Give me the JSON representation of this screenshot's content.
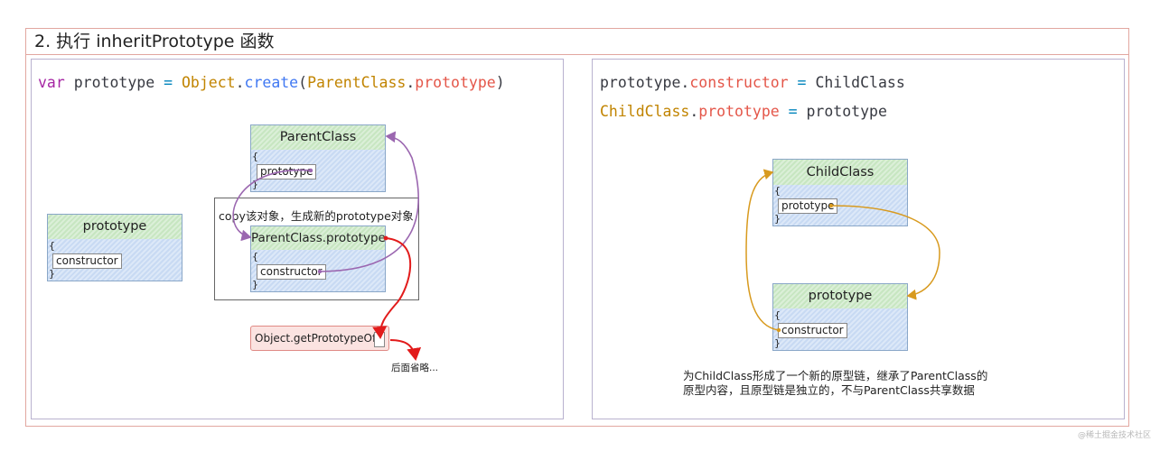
{
  "title": "2. 执行 inheritPrototype 函数",
  "left_panel": {
    "code": {
      "kw": "var",
      "v1": " prototype ",
      "eq": "=",
      "obj": " Object",
      "dot": ".",
      "fn": "create",
      "p1": "(",
      "arg_obj": "ParentClass",
      "dot2": ".",
      "arg_prop": "prototype",
      "p2": ")"
    },
    "parent_class_box": {
      "title": "ParentClass",
      "brace_open": "{",
      "field": "prototype",
      "brace_close": "}"
    },
    "prototype_box": {
      "title": "prototype",
      "brace_open": "{",
      "field": "constructor",
      "brace_close": "}"
    },
    "copy_note": "copy该对象，生成新的prototype对象",
    "parent_proto_box": {
      "title": "ParentClass.prototype",
      "brace_open": "{",
      "field": "constructor",
      "brace_close": "}"
    },
    "get_proto_label": "Object.getPrototypeOf(",
    "omitted_label": "后面省略..."
  },
  "right_panel": {
    "line1": {
      "obj": "prototype",
      "dot": ".",
      "prop": "constructor",
      "eq": " = ",
      "val": "ChildClass"
    },
    "line2": {
      "obj": "ChildClass",
      "dot": ".",
      "prop": "prototype",
      "eq": " = ",
      "val": "prototype"
    },
    "child_class_box": {
      "title": "ChildClass",
      "brace_open": "{",
      "field": "prototype",
      "brace_close": "}"
    },
    "prototype_box": {
      "title": "prototype",
      "brace_open": "{",
      "field": "constructor",
      "brace_close": "}"
    },
    "note_line1": "为ChildClass形成了一个新的原型链，继承了ParentClass的",
    "note_line2": "原型内容，且原型链是独立的，不与ParentClass共享数据"
  },
  "watermark": "@稀土掘金技术社区",
  "colors": {
    "purple_arrow": "#9b67b0",
    "red_arrow": "#e21b1b",
    "orange_arrow": "#d89a1e"
  }
}
